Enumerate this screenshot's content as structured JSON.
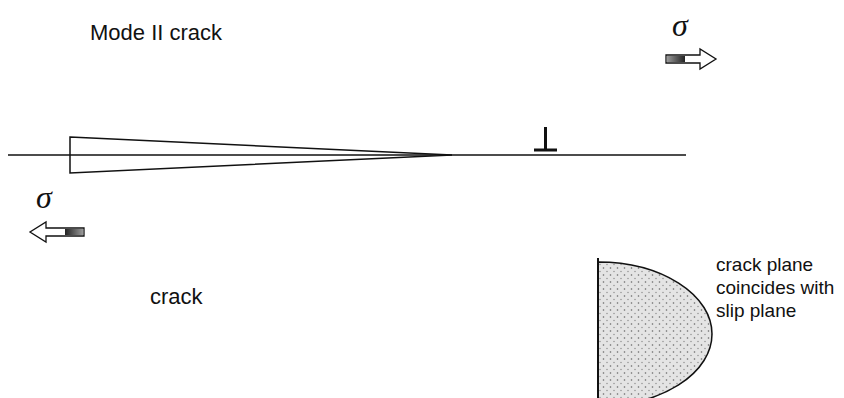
{
  "diagram": {
    "labels": [
      "Mode II crack",
      "σ",
      "σ",
      "crack",
      "crack plane coincides with slip plane"
    ]
  }
}
